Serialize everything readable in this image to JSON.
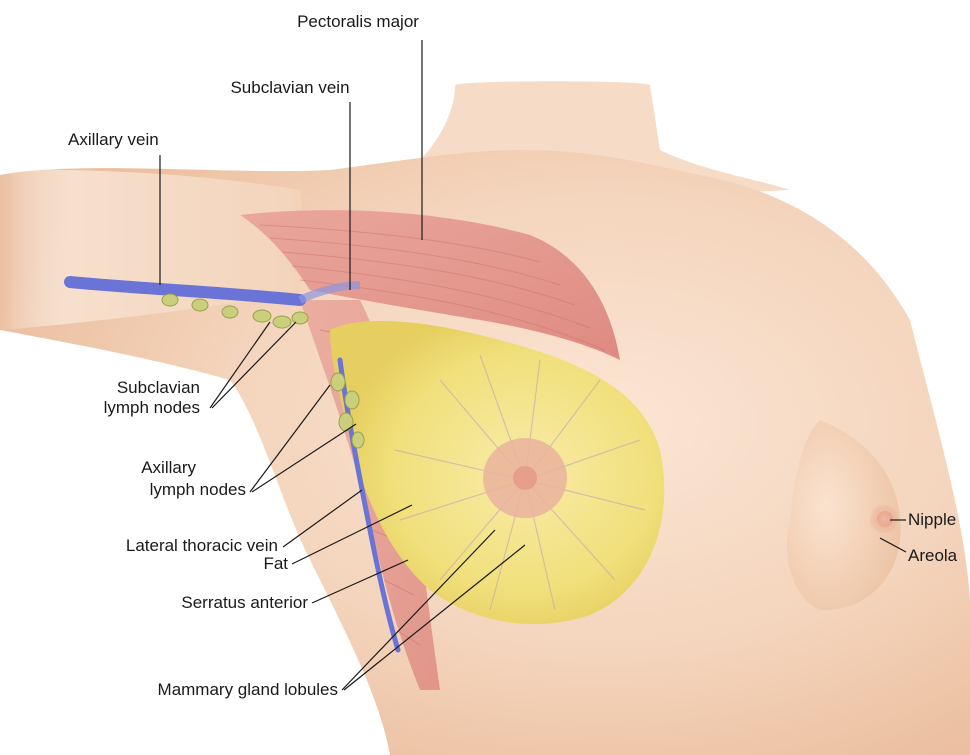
{
  "diagram": {
    "labels": {
      "pectoralis_major": "Pectoralis major",
      "subclavian_vein": "Subclavian vein",
      "axillary_vein": "Axillary vein",
      "subclavian_lymph_nodes_line1": "Subclavian",
      "subclavian_lymph_nodes_line2": "lymph nodes",
      "axillary_lymph_nodes_line1": "Axillary",
      "axillary_lymph_nodes_line2": "lymph nodes",
      "lateral_thoracic_vein": "Lateral thoracic vein",
      "fat": "Fat",
      "serratus_anterior": "Serratus anterior",
      "mammary_gland_lobules": "Mammary gland lobules",
      "nipple": "Nipple",
      "areola": "Areola"
    },
    "colors": {
      "skin": "#f6dcc6",
      "skin_shadow": "#e9bfa0",
      "muscle": "#e4998f",
      "muscle_stripe": "#c9706a",
      "gland": "#f3e58a",
      "gland_dark": "#d9c558",
      "vein": "#6a73d6",
      "lymph_node": "#c9cf7a",
      "areola": "#e9a58c",
      "leader_line": "#1a1a1a"
    }
  }
}
